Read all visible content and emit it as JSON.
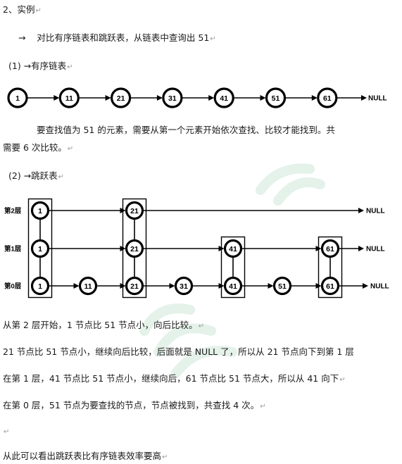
{
  "doc": {
    "heading": "2、实例",
    "intro_arrow": "→",
    "intro_text": "对比有序链表和跳跃表，从链表中查询出 51",
    "section1": "(1) →有序链表",
    "para1_line1": "要查找值为 51 的元素，需要从第一个元素开始依次查找、比较才能找到。共",
    "para1_line2": "需要 6 次比较。",
    "section2": "(2) →跳跃表",
    "line_a": "从第 2 层开始，1 节点比 51 节点小，向后比较。",
    "line_b": "21 节点比 51 节点小，继续向后比较，后面就是 NULL 了，所以从 21 节点向下到第 1 层",
    "line_c": "在第 1 层，41 节点比 51 节点小，继续向后，61 节点比 51 节点大，所以从 41 向下",
    "line_d": "在第 0 层，51 节点为要查找的节点，节点被找到，共查找 4 次。",
    "line_e": "从此可以看出跳跃表比有序链表效率要高",
    "para_mark": "↵"
  },
  "linked_list": {
    "nodes": [
      "1",
      "11",
      "21",
      "31",
      "41",
      "51",
      "61"
    ],
    "tail": "NULL"
  },
  "skip_list": {
    "levels": [
      {
        "label": "第2层",
        "nodes": [
          "1",
          "21"
        ],
        "tail": "NULL"
      },
      {
        "label": "第1层",
        "nodes": [
          "1",
          "21",
          "41",
          "61"
        ],
        "tail": "NULL"
      },
      {
        "label": "第0层",
        "nodes": [
          "1",
          "11",
          "21",
          "31",
          "41",
          "51",
          "61"
        ],
        "tail": "NULL"
      }
    ]
  }
}
